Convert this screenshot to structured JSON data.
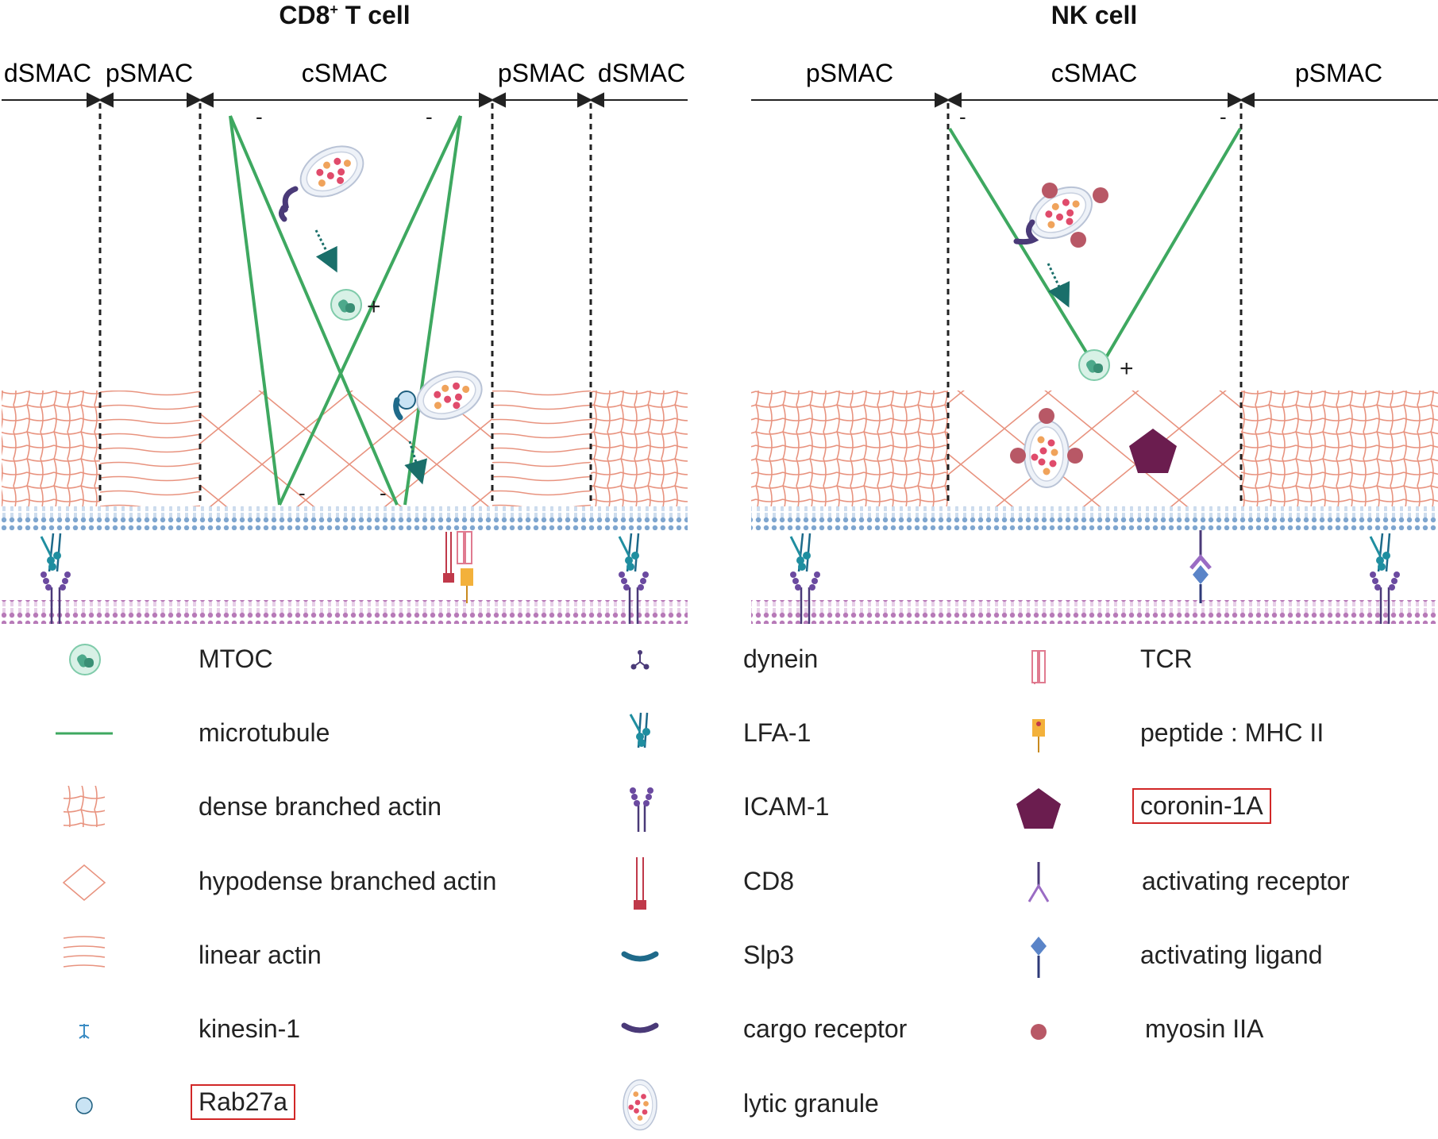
{
  "panels": {
    "tcell": {
      "title_main": "CD8",
      "title_sup": "+",
      "title_rest": " T cell",
      "zones": [
        "dSMAC",
        "pSMAC",
        "cSMAC",
        "pSMAC",
        "dSMAC"
      ],
      "polarity": {
        "minus": "-",
        "plus": "+"
      }
    },
    "nkcell": {
      "title": "NK cell",
      "zones": [
        "pSMAC",
        "cSMAC",
        "pSMAC"
      ],
      "polarity": {
        "minus": "-",
        "plus": "+"
      }
    }
  },
  "legend": {
    "col1": [
      {
        "icon": "mtoc-icon",
        "label": "MTOC"
      },
      {
        "icon": "microtubule-icon",
        "label": "microtubule"
      },
      {
        "icon": "dense-actin-icon",
        "label": "dense branched actin"
      },
      {
        "icon": "hypodense-actin-icon",
        "label": "hypodense branched actin"
      },
      {
        "icon": "linear-actin-icon",
        "label": "linear actin"
      },
      {
        "icon": "kinesin-icon",
        "label": "kinesin-1"
      },
      {
        "icon": "rab27a-icon",
        "label": "Rab27a",
        "highlighted": true
      }
    ],
    "col2": [
      {
        "icon": "dynein-icon",
        "label": "dynein"
      },
      {
        "icon": "lfa1-icon",
        "label": "LFA-1"
      },
      {
        "icon": "icam1-icon",
        "label": "ICAM-1"
      },
      {
        "icon": "cd8-icon",
        "label": "CD8"
      },
      {
        "icon": "slp3-icon",
        "label": "Slp3"
      },
      {
        "icon": "cargo-receptor-icon",
        "label": "cargo receptor"
      },
      {
        "icon": "lytic-granule-icon",
        "label": "lytic granule"
      }
    ],
    "col3": [
      {
        "icon": "tcr-icon",
        "label": "TCR"
      },
      {
        "icon": "peptide-mhc-icon",
        "label": "peptide : MHC II"
      },
      {
        "icon": "coronin-icon",
        "label": "coronin-1A",
        "highlighted": true
      },
      {
        "icon": "activating-receptor-icon",
        "label": "activating receptor"
      },
      {
        "icon": "activating-ligand-icon",
        "label": "activating ligand"
      },
      {
        "icon": "myosin-icon",
        "label": "myosin IIA"
      }
    ]
  },
  "colors": {
    "actin": "#e8937f",
    "microtubule": "#3ea860",
    "membrane_top": "#7fa6cf",
    "membrane_bottom": "#b77ab8",
    "highlight_box": "#d12727",
    "coronin": "#6b1d4f",
    "myosin": "#b85866",
    "granule_dots": "#e04b6b"
  }
}
